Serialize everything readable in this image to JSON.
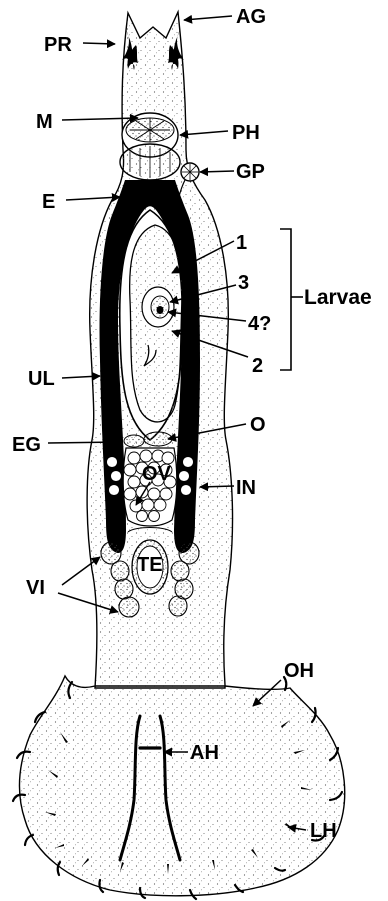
{
  "figure": {
    "labels": {
      "AG": "AG",
      "PR": "PR",
      "M": "M",
      "PH": "PH",
      "GP": "GP",
      "E": "E",
      "larva_1": "1",
      "larva_3": "3",
      "larva_4": "4?",
      "larva_2": "2",
      "larvae": "Larvae",
      "UL": "UL",
      "EG": "EG",
      "O": "O",
      "OV": "OV",
      "IN": "IN",
      "TE": "TE",
      "VI": "VI",
      "OH": "OH",
      "AH": "AH",
      "LH": "LH"
    }
  }
}
